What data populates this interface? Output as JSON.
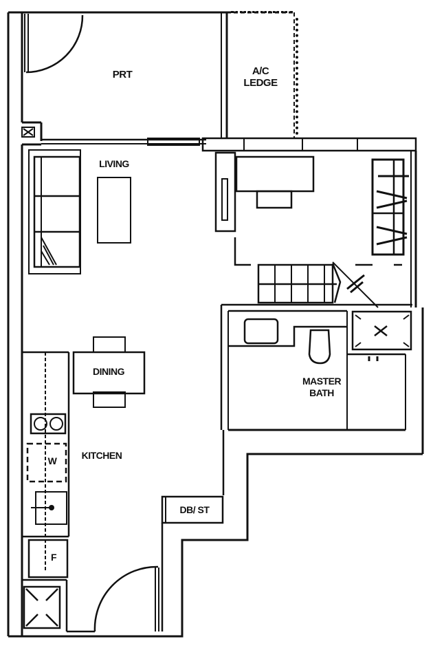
{
  "plan": {
    "type": "residential-floor-plan",
    "ink_color": "#111111",
    "background": "#ffffff"
  },
  "rooms": {
    "prt": "PRT",
    "ac_ledge_line1": "A/C",
    "ac_ledge_line2": "LEDGE",
    "living": "LIVING",
    "dining": "DINING",
    "kitchen": "KITCHEN",
    "master_bath_line1": "MASTER",
    "master_bath_line2": "BATH",
    "db_st": "DB/ ST"
  },
  "appliances": {
    "washer": "W",
    "fridge": "F"
  },
  "icons": [
    "door-swing-icon",
    "sofa-icon",
    "coffee-table-icon",
    "dining-table-icon",
    "hob-icon",
    "sink-icon",
    "wardrobe-icon",
    "staircase-icon",
    "toilet-icon",
    "basin-icon",
    "shower-icon",
    "shaft-icon"
  ]
}
